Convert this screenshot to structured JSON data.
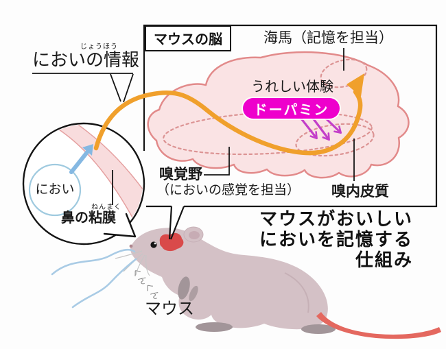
{
  "colors": {
    "orange_pathway": "#f0a02c",
    "dopamine_magenta": "#ee00cc",
    "purple_arrows": "#c33fc9",
    "brain_fill": "#fae3e4",
    "brain_outline": "#e28a8a",
    "dashed_regions": "#dc9494",
    "smell_blue": "#85b8e2",
    "red_brain_patch": "#d94a4a",
    "mouse_body": "#d4c1c6",
    "mouse_tail": "#e4685f",
    "text": "#1a1a1a"
  },
  "brain_box": {
    "label": "マウスの脳"
  },
  "labels": {
    "smell_info": "においの情報",
    "smell_info_furigana": "じょうほう",
    "hippocampus": "海馬（記憶を担当）",
    "experience": "うれしい体験",
    "dopamine": "ドーパミン",
    "olfactory_cortex": "嗅覚野",
    "olfactory_cortex_sub": "（においの感覚を担当）",
    "entorhinal_cortex": "嗅内皮質",
    "smell": "におい",
    "nasal_mucosa": "鼻の粘膜",
    "nasal_mucosa_furigana": "ねんまく",
    "sniff": "くんくん",
    "mouse": "マウス"
  },
  "title": {
    "line1": "マウスがおいしい",
    "line2": "においを記憶する",
    "line3": "仕組み"
  }
}
